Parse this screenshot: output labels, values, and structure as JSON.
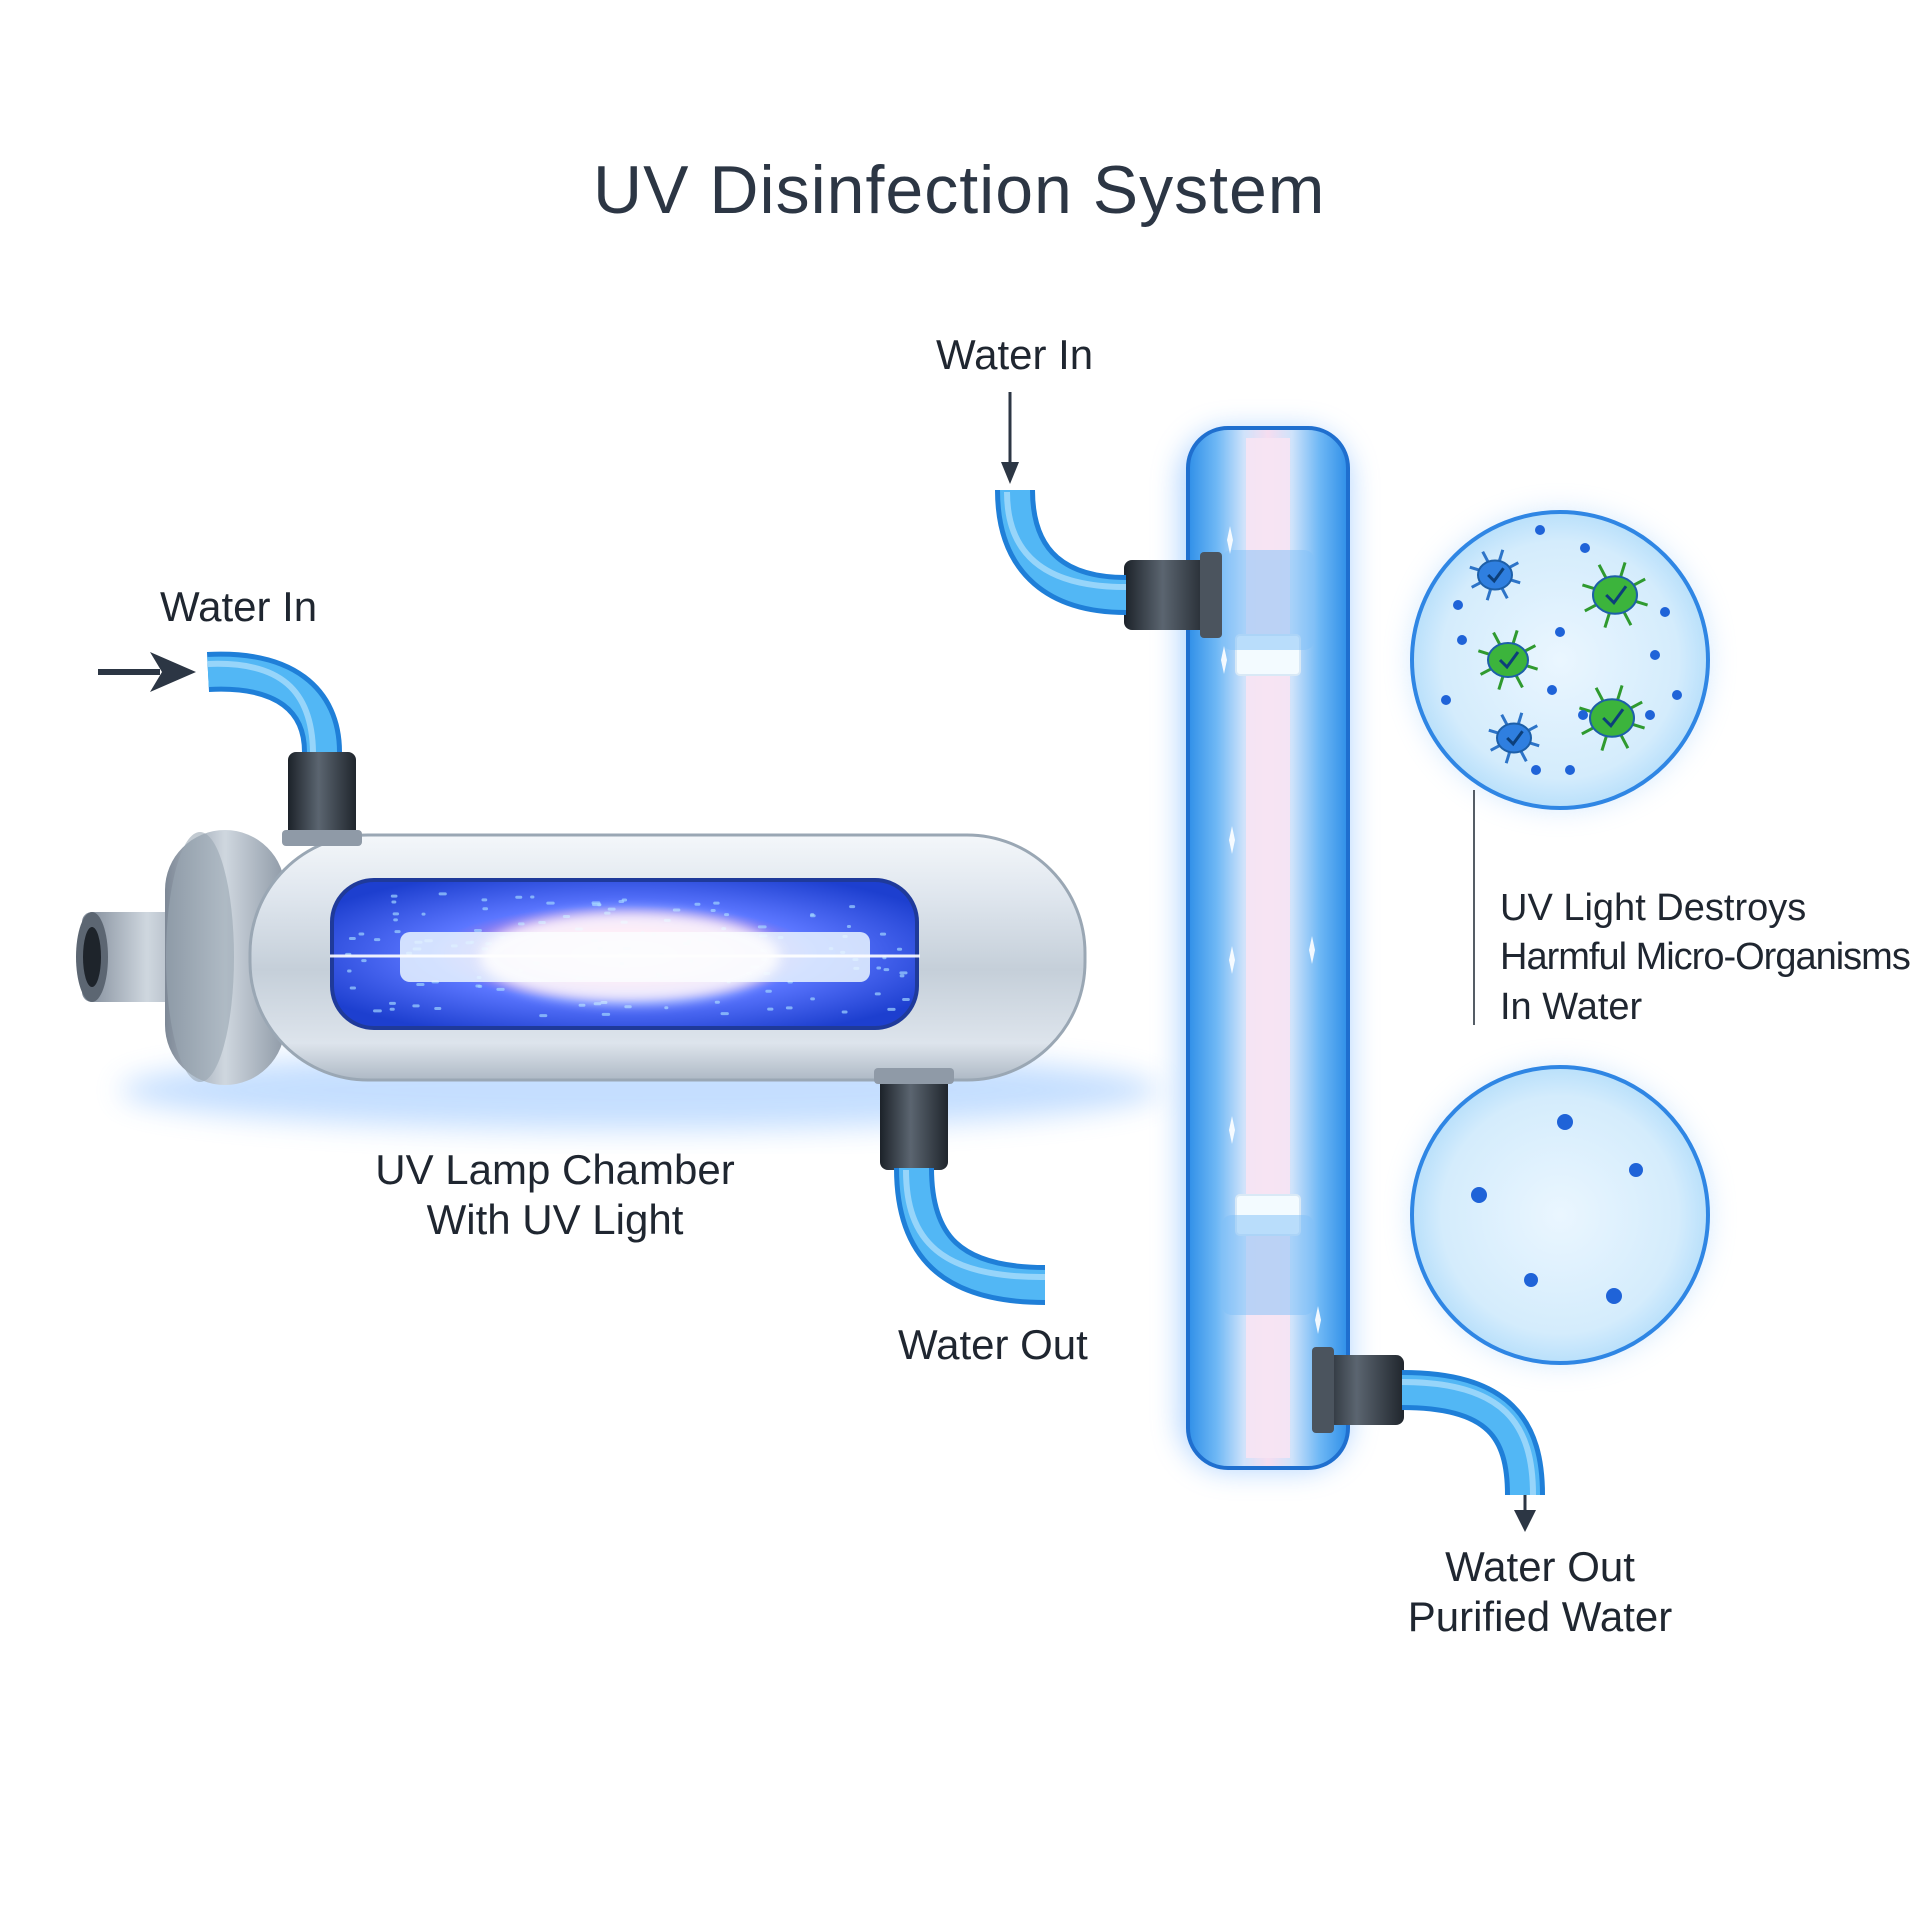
{
  "title": "UV Disinfection System",
  "labels": {
    "left_water_in": "Water In",
    "left_water_out": "Water Out",
    "chamber_line1": "UV Lamp Chamber",
    "chamber_line2": "With UV Light",
    "right_water_in": "Water In",
    "destroys_line1": "UV Light Destroys",
    "destroys_line2": "Harmful Micro-Organisms",
    "destroys_line3": "In Water",
    "right_water_out_line1": "Water Out",
    "right_water_out_line2": "Purified Water"
  },
  "colors": {
    "water": "#3aa6ee",
    "glow": "#4a8cff",
    "uv_core": "#ff9ad6",
    "germ_green": "#3cb43c",
    "germ_blue": "#2f7fe0",
    "steel": "#b9c3cf",
    "text": "#1f2630"
  },
  "icons": {
    "contaminated_view": "microorganism-magnifier",
    "purified_view": "clean-water-magnifier",
    "flow_arrow": "arrow-icon"
  }
}
